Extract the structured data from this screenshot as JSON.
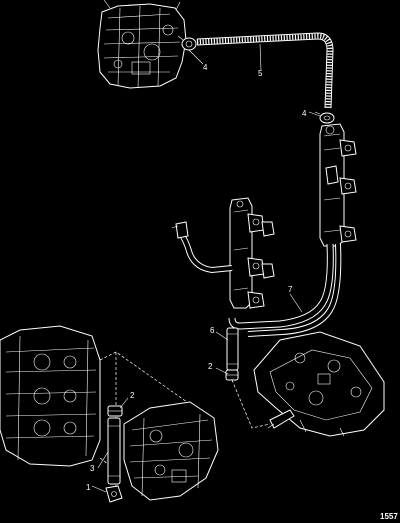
{
  "callouts": {
    "c1": "1",
    "c2a": "2",
    "c2b": "2",
    "c3": "3",
    "c4a": "4",
    "c4b": "4",
    "c5": "5",
    "c6": "6",
    "c7": "7"
  },
  "figure_number": "1557"
}
